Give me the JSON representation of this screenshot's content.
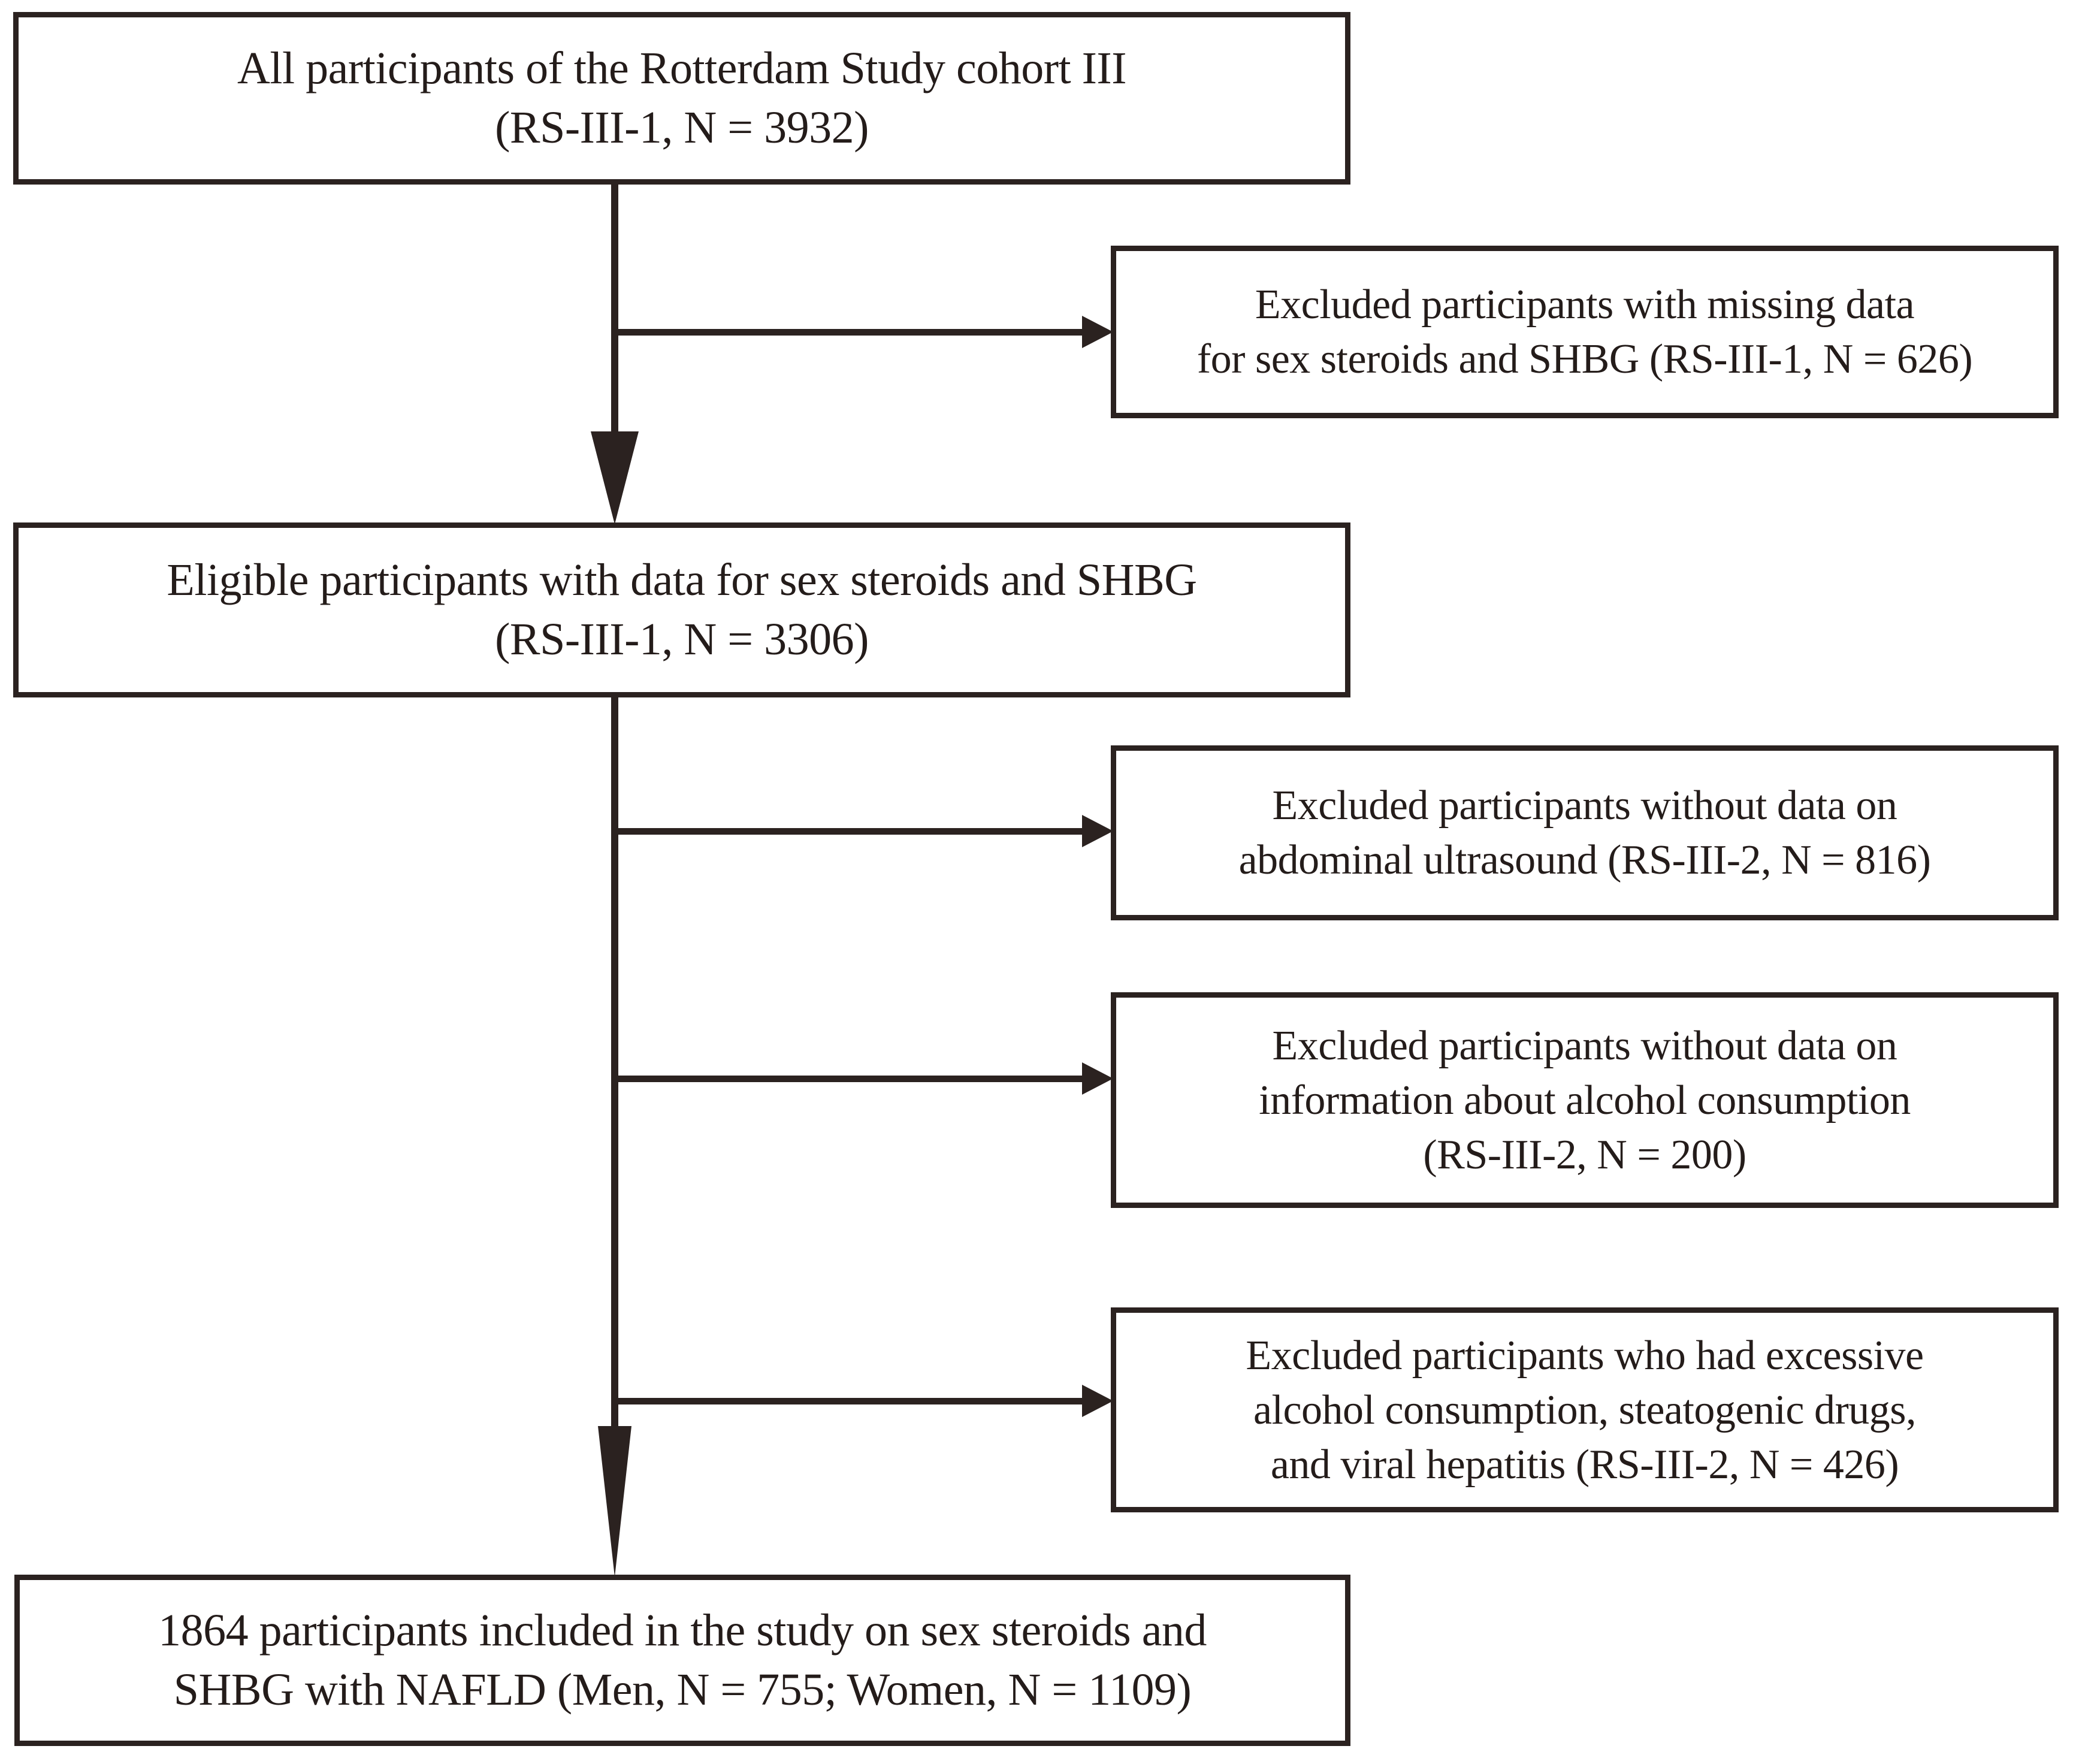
{
  "diagram": {
    "title": "Study participant flow diagram (Rotterdam Study cohort III)",
    "type": "flowchart",
    "colors": {
      "ink": "#2b2220",
      "text": "#241c1a",
      "background": "#ffffff"
    },
    "nodes": {
      "all_participants": {
        "line1": "All participants of the Rotterdam Study cohort III",
        "line2": "(RS-III-1, N = 3932)",
        "cohort": "RS-III-1",
        "n": 3932
      },
      "eligible_participants": {
        "line1": "Eligible participants with data for sex steroids and SHBG",
        "line2": "(RS-III-1, N = 3306)",
        "cohort": "RS-III-1",
        "n": 3306
      },
      "included_participants": {
        "line1": "1864 participants included in the study on sex steroids and",
        "line2": "SHBG with NAFLD (Men, N = 755; Women, N = 1109)",
        "n": 1864,
        "men": 755,
        "women": 1109
      }
    },
    "exclusions": [
      {
        "id": "missing-sex-steroids",
        "line1": "Excluded participants with missing data",
        "line2": "for sex steroids and SHBG (RS-III-1, N = 626)",
        "cohort": "RS-III-1",
        "n": 626
      },
      {
        "id": "no-abdominal-ultrasound",
        "line1": "Excluded participants without data on",
        "line2": "abdominal ultrasound (RS-III-2, N = 816)",
        "cohort": "RS-III-2",
        "n": 816
      },
      {
        "id": "no-alcohol-information",
        "line1": "Excluded participants without data on",
        "line2": "information about alcohol consumption",
        "line3": "(RS-III-2, N = 200)",
        "cohort": "RS-III-2",
        "n": 200
      },
      {
        "id": "excessive-alcohol-drugs-hepatitis",
        "line1": "Excluded participants who had excessive",
        "line2": "alcohol consumption, steatogenic drugs,",
        "line3": "and viral hepatitis (RS-III-2, N = 426)",
        "cohort": "RS-III-2",
        "n": 426
      }
    ]
  }
}
